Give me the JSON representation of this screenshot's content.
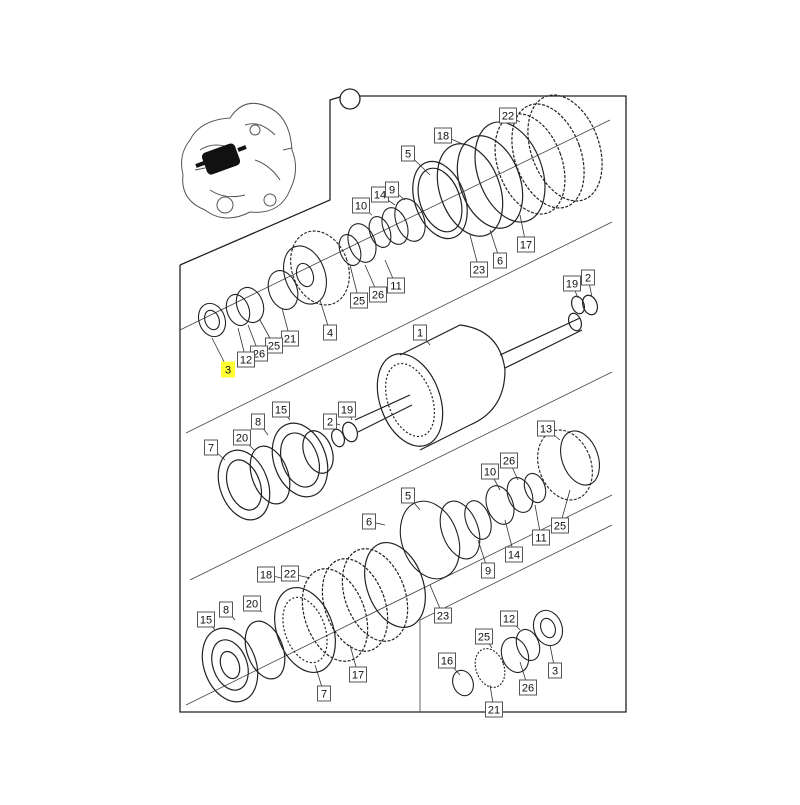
{
  "diagram": {
    "highlight_color": "#ffff33",
    "line_color": "#222222",
    "label_box_color": "#555555",
    "callouts": [
      {
        "id": "c22a",
        "text": "22"
      },
      {
        "id": "c18a",
        "text": "18"
      },
      {
        "id": "c5a",
        "text": "5"
      },
      {
        "id": "c14a",
        "text": "14"
      },
      {
        "id": "c9a",
        "text": "9"
      },
      {
        "id": "c10a",
        "text": "10"
      },
      {
        "id": "c17a",
        "text": "17"
      },
      {
        "id": "c6a",
        "text": "6"
      },
      {
        "id": "c23a",
        "text": "23"
      },
      {
        "id": "c11a",
        "text": "11"
      },
      {
        "id": "c26a",
        "text": "26"
      },
      {
        "id": "c25a",
        "text": "25"
      },
      {
        "id": "c19a",
        "text": "19"
      },
      {
        "id": "c2a",
        "text": "2"
      },
      {
        "id": "c4a",
        "text": "4"
      },
      {
        "id": "c21a",
        "text": "21"
      },
      {
        "id": "c25b",
        "text": "25"
      },
      {
        "id": "c26b",
        "text": "26"
      },
      {
        "id": "c12a",
        "text": "12"
      },
      {
        "id": "c3a",
        "text": "3",
        "highlight": true
      },
      {
        "id": "c1a",
        "text": "1"
      },
      {
        "id": "c15a",
        "text": "15"
      },
      {
        "id": "c8a",
        "text": "8"
      },
      {
        "id": "c20a",
        "text": "20"
      },
      {
        "id": "c7a",
        "text": "7"
      },
      {
        "id": "c2b",
        "text": "2"
      },
      {
        "id": "c19b",
        "text": "19"
      },
      {
        "id": "c13a",
        "text": "13"
      },
      {
        "id": "c26c",
        "text": "26"
      },
      {
        "id": "c10b",
        "text": "10"
      },
      {
        "id": "c11b",
        "text": "11"
      },
      {
        "id": "c25c",
        "text": "25"
      },
      {
        "id": "c14b",
        "text": "14"
      },
      {
        "id": "c5b",
        "text": "5"
      },
      {
        "id": "c6b",
        "text": "6"
      },
      {
        "id": "c9b",
        "text": "9"
      },
      {
        "id": "c18b",
        "text": "18"
      },
      {
        "id": "c22b",
        "text": "22"
      },
      {
        "id": "c23b",
        "text": "23"
      },
      {
        "id": "c15b",
        "text": "15"
      },
      {
        "id": "c8b",
        "text": "8"
      },
      {
        "id": "c20b",
        "text": "20"
      },
      {
        "id": "c17b",
        "text": "17"
      },
      {
        "id": "c7b",
        "text": "7"
      },
      {
        "id": "c12b",
        "text": "12"
      },
      {
        "id": "c25d",
        "text": "25"
      },
      {
        "id": "c16a",
        "text": "16"
      },
      {
        "id": "c3b",
        "text": "3"
      },
      {
        "id": "c26d",
        "text": "26"
      },
      {
        "id": "c21b",
        "text": "21"
      }
    ]
  }
}
